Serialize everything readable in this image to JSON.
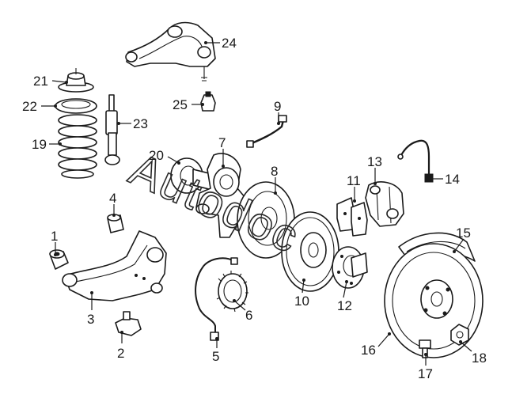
{
  "diagram": {
    "watermark": "Autodoc",
    "callouts": [
      "1",
      "2",
      "3",
      "4",
      "5",
      "6",
      "7",
      "8",
      "9",
      "10",
      "11",
      "12",
      "13",
      "14",
      "15",
      "16",
      "17",
      "18",
      "19",
      "20",
      "21",
      "22",
      "23",
      "24",
      "25"
    ]
  }
}
